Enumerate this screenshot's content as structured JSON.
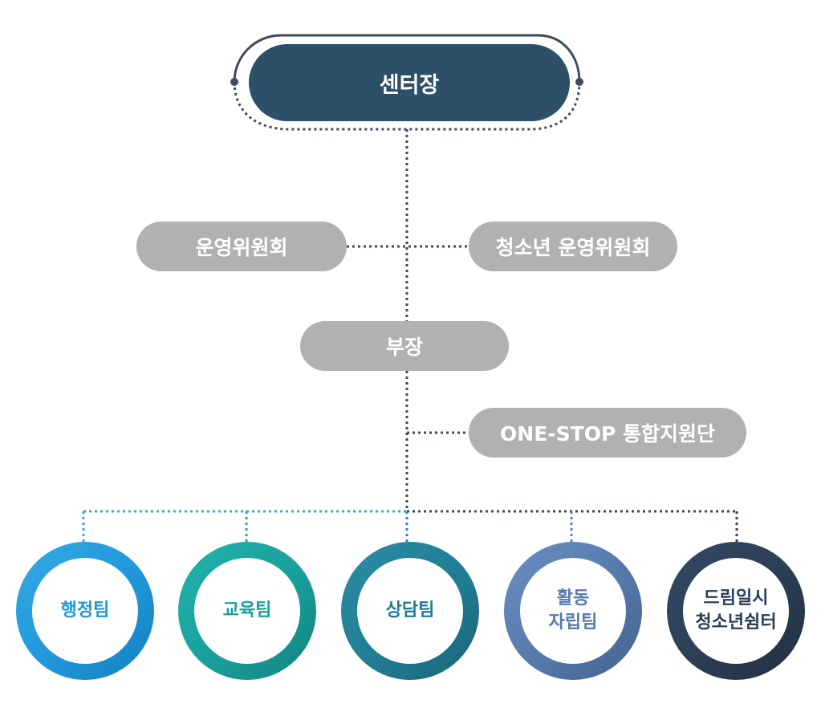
{
  "colors": {
    "top_node": "#2e4f68",
    "pill_gray": "#b1b1b1",
    "connector_dark": "#3d4a5c",
    "connector_blue": "#3fa6c9"
  },
  "director": "센터장",
  "committees": [
    "운영위원회",
    "청소년 운영위원회"
  ],
  "deputy": "부장",
  "support_unit": "ONE-STOP 통합지원단",
  "teams": [
    {
      "lines": [
        "행정팀"
      ],
      "color": "#1f97da"
    },
    {
      "lines": [
        "교육팀"
      ],
      "color": "#199f9b"
    },
    {
      "lines": [
        "상담팀"
      ],
      "color": "#217c93"
    },
    {
      "lines": [
        "활동",
        "자립팀"
      ],
      "color": "#5579ab"
    },
    {
      "lines": [
        "드림일시",
        "청소년쉼터"
      ],
      "color": "#2b3e54"
    }
  ]
}
